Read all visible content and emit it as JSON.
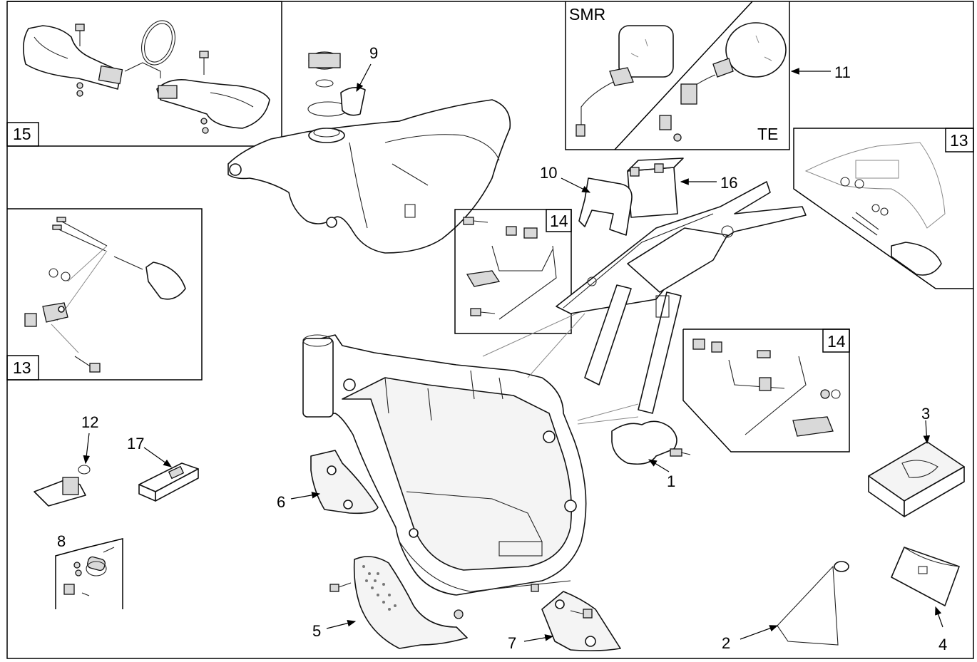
{
  "panels": {
    "handguards": {
      "number": "15"
    },
    "front_indicator": {
      "number": "13"
    },
    "rear_indicator": {
      "number": "13"
    },
    "mirrors": {
      "number": "",
      "variant_left": "SMR",
      "variant_right": "TE"
    },
    "footrest_upper": {
      "number": "14"
    },
    "footrest_lower": {
      "number": "14"
    }
  },
  "callouts": {
    "frame_guard": "1",
    "stand": "2",
    "manual": "3",
    "tool_bag": "4",
    "skid_plate": "5",
    "side_guard_left": "6",
    "side_guard_right": "7",
    "clamp_kit": "8",
    "tank_cover": "9",
    "battery_cover": "10",
    "mirrors": "11",
    "key": "12",
    "decal": "17",
    "battery": "16"
  }
}
